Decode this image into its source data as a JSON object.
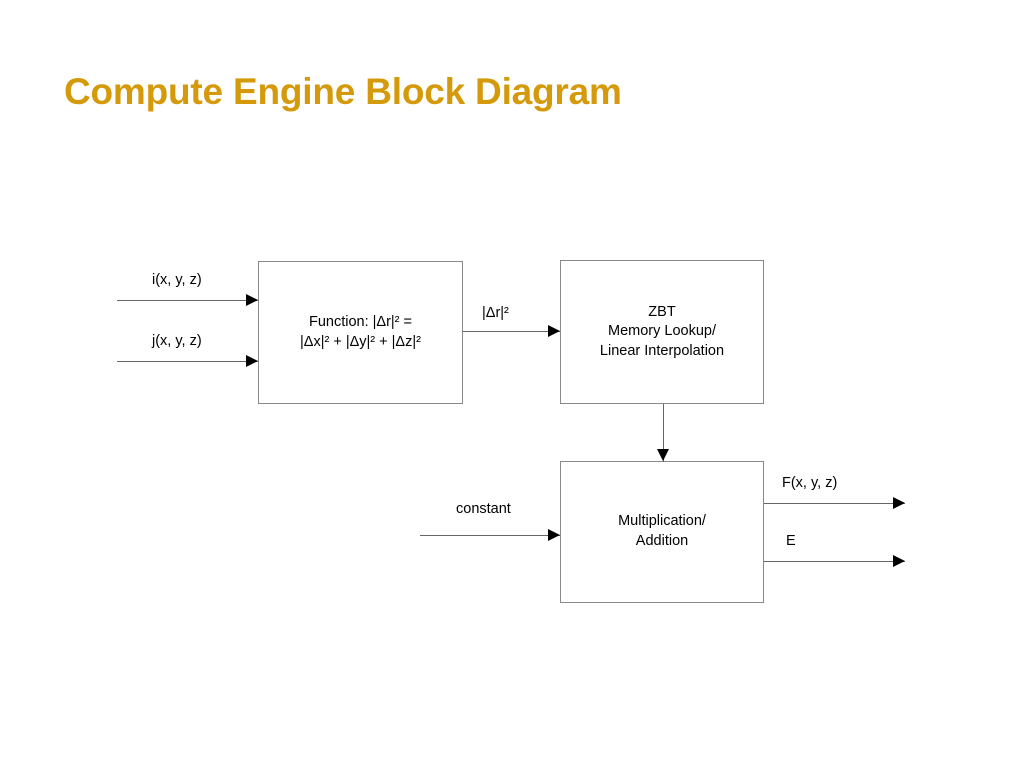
{
  "slide": {
    "title": "Compute Engine Block Diagram",
    "title_color": "#D49A0B",
    "background_color": "#FFFFFF"
  },
  "diagram": {
    "type": "block-diagram",
    "blocks": [
      {
        "id": "function",
        "label": "Function: |Δr|² =\n|Δx|² + |Δy|² + |Δz|²"
      },
      {
        "id": "zbt",
        "label": "ZBT\nMemory Lookup/\nLinear Interpolation"
      },
      {
        "id": "mult-add",
        "label": "Multiplication/\nAddition"
      }
    ],
    "edge_labels": {
      "input_i": "i(x, y, z)",
      "input_j": "j(x, y, z)",
      "delta_r_squared": "|Δr|²",
      "constant": "constant",
      "output_f": "F(x, y, z)",
      "output_e": "E"
    }
  }
}
